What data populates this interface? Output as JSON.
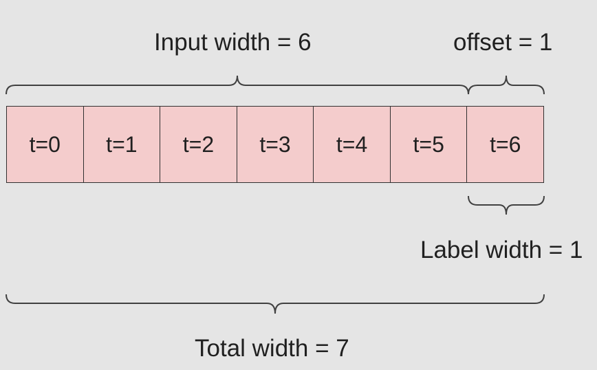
{
  "labels": {
    "input_width": "Input width = 6",
    "offset": "offset = 1",
    "label_width": "Label width = 1",
    "total_width": "Total width = 7"
  },
  "timesteps": [
    "t=0",
    "t=1",
    "t=2",
    "t=3",
    "t=4",
    "t=5",
    "t=6"
  ],
  "colors": {
    "background": "#e5e5e5",
    "cell_fill": "#f4cccc",
    "cell_border": "#303030",
    "brace_stroke": "#404040"
  }
}
